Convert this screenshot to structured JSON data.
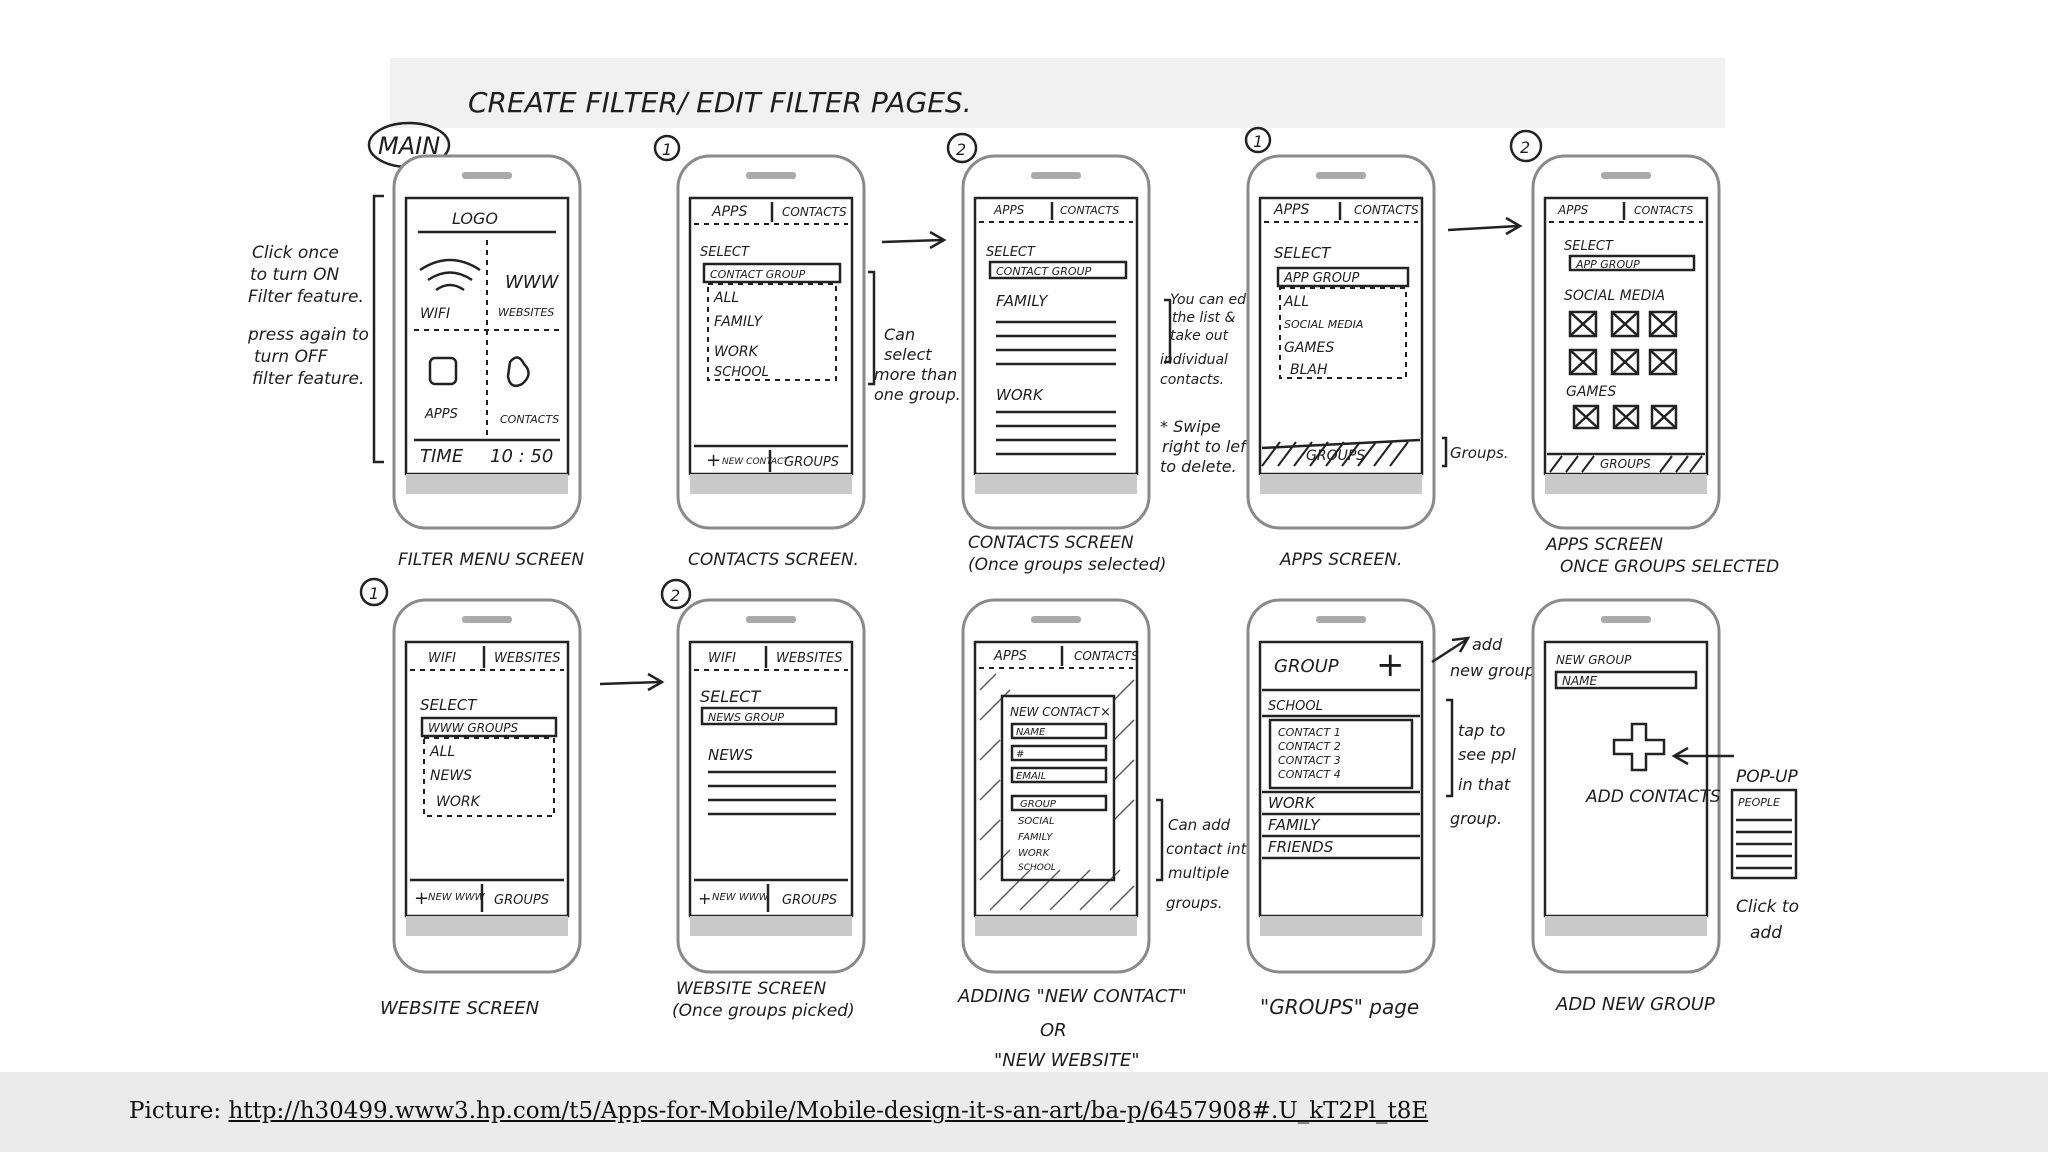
{
  "title": "CREATE FILTER/ EDIT FILTER PAGES.",
  "main_label": "MAIN",
  "phones": [
    {
      "number": "",
      "caption": "FILTER MENU SCREEN",
      "caption2": "",
      "logo": "LOGO",
      "wifi": "WIFI",
      "www": "WWW",
      "websites": "WEBSITES",
      "apps": "APPS",
      "contacts": "CONTACTS",
      "time_label": "TIME",
      "time_value": "10 : 50"
    },
    {
      "number": "1",
      "caption": "CONTACTS SCREEN.",
      "caption2": "",
      "tab_left": "APPS",
      "tab_right": "CONTACTS",
      "select": "SELECT",
      "dropdown": "CONTACT GROUP",
      "items": [
        "ALL",
        "FAMILY",
        "WORK",
        "SCHOOL"
      ],
      "bottom_left": "NEW CONTACT",
      "bottom_right": "GROUPS"
    },
    {
      "number": "2",
      "caption": "CONTACTS SCREEN",
      "caption2": "(Once groups selected)",
      "tab_left": "APPS",
      "tab_right": "CONTACTS",
      "select": "SELECT",
      "dropdown": "CONTACT GROUP",
      "sections": [
        "FAMILY",
        "WORK"
      ]
    },
    {
      "number": "1",
      "caption": "APPS SCREEN.",
      "caption2": "",
      "tab_left": "APPS",
      "tab_right": "CONTACTS",
      "select": "SELECT",
      "dropdown": "APP GROUP",
      "items": [
        "ALL",
        "SOCIAL MEDIA",
        "GAMES",
        "BLAH"
      ],
      "bottom": "GROUPS"
    },
    {
      "number": "2",
      "caption": "APPS SCREEN",
      "caption2": "ONCE GROUPS SELECTED",
      "tab_left": "APPS",
      "tab_right": "CONTACTS",
      "select": "SELECT",
      "dropdown": "APP GROUP",
      "sections": [
        "SOCIAL MEDIA",
        "GAMES"
      ],
      "bottom": "GROUPS"
    },
    {
      "number": "1",
      "caption": "WEBSITE SCREEN",
      "caption2": "",
      "tab_left": "WIFI",
      "tab_right": "WEBSITES",
      "select": "SELECT",
      "dropdown": "WWW GROUPS",
      "items": [
        "ALL",
        "NEWS",
        "WORK"
      ],
      "bottom_left": "NEW WWW",
      "bottom_right": "GROUPS"
    },
    {
      "number": "2",
      "caption": "WEBSITE SCREEN",
      "caption2": "(Once groups picked)",
      "tab_left": "WIFI",
      "tab_right": "WEBSITES",
      "select": "SELECT",
      "dropdown": "NEWS GROUP",
      "sections": [
        "NEWS"
      ],
      "bottom_left": "NEW WWW",
      "bottom_right": "GROUPS"
    },
    {
      "number": "",
      "caption": "ADDING \"NEW CONTACT\"",
      "caption2": "OR",
      "caption3": "\"NEW WEBSITE\"",
      "tab_left": "APPS",
      "tab_right": "CONTACTS",
      "popup_title": "NEW CONTACT",
      "fields": [
        "NAME",
        "#",
        "EMAIL"
      ],
      "dropdown": "GROUP",
      "items": [
        "SOCIAL",
        "FAMILY",
        "WORK",
        "SCHOOL"
      ]
    },
    {
      "number": "",
      "caption": "\"GROUPS\" page",
      "caption2": "",
      "header": "GROUP",
      "expanded": "SCHOOL",
      "sub_items": [
        "CONTACT 1",
        "CONTACT 2",
        "CONTACT 3",
        "CONTACT 4"
      ],
      "items": [
        "WORK",
        "FAMILY",
        "FRIENDS"
      ]
    },
    {
      "number": "",
      "caption": "ADD NEW GROUP",
      "caption2": "",
      "new_group": "NEW GROUP",
      "name": "NAME",
      "add_contacts": "ADD CONTACTS",
      "popup_label": "PEOPLE"
    }
  ],
  "notes": {
    "main_1": [
      "Click once",
      "to turn ON",
      "Filter feature."
    ],
    "main_2": [
      "press again to",
      "turn OFF",
      "filter feature."
    ],
    "contacts": [
      "Can",
      "select",
      "more than",
      "one group."
    ],
    "contacts2": [
      "You can edit",
      "the list &",
      "take out",
      "individual",
      "contacts."
    ],
    "swipe": [
      "* Swipe",
      "right to left",
      "to delete."
    ],
    "groups": "Groups.",
    "add_group": [
      "add",
      "new group"
    ],
    "tap": [
      "tap to",
      "see ppl",
      "in that",
      "group."
    ],
    "popup": "POP-UP",
    "click_add": [
      "Click to",
      "add"
    ],
    "multiple": [
      "Can add",
      "contact into",
      "multiple",
      "groups."
    ]
  },
  "caption": {
    "prefix": "Picture: ",
    "link": "http://h30499.www3.hp.com/t5/Apps-for-Mobile/Mobile-design-it-s-an-art/ba-p/6457908#.U_kT2Pl_t8E"
  }
}
